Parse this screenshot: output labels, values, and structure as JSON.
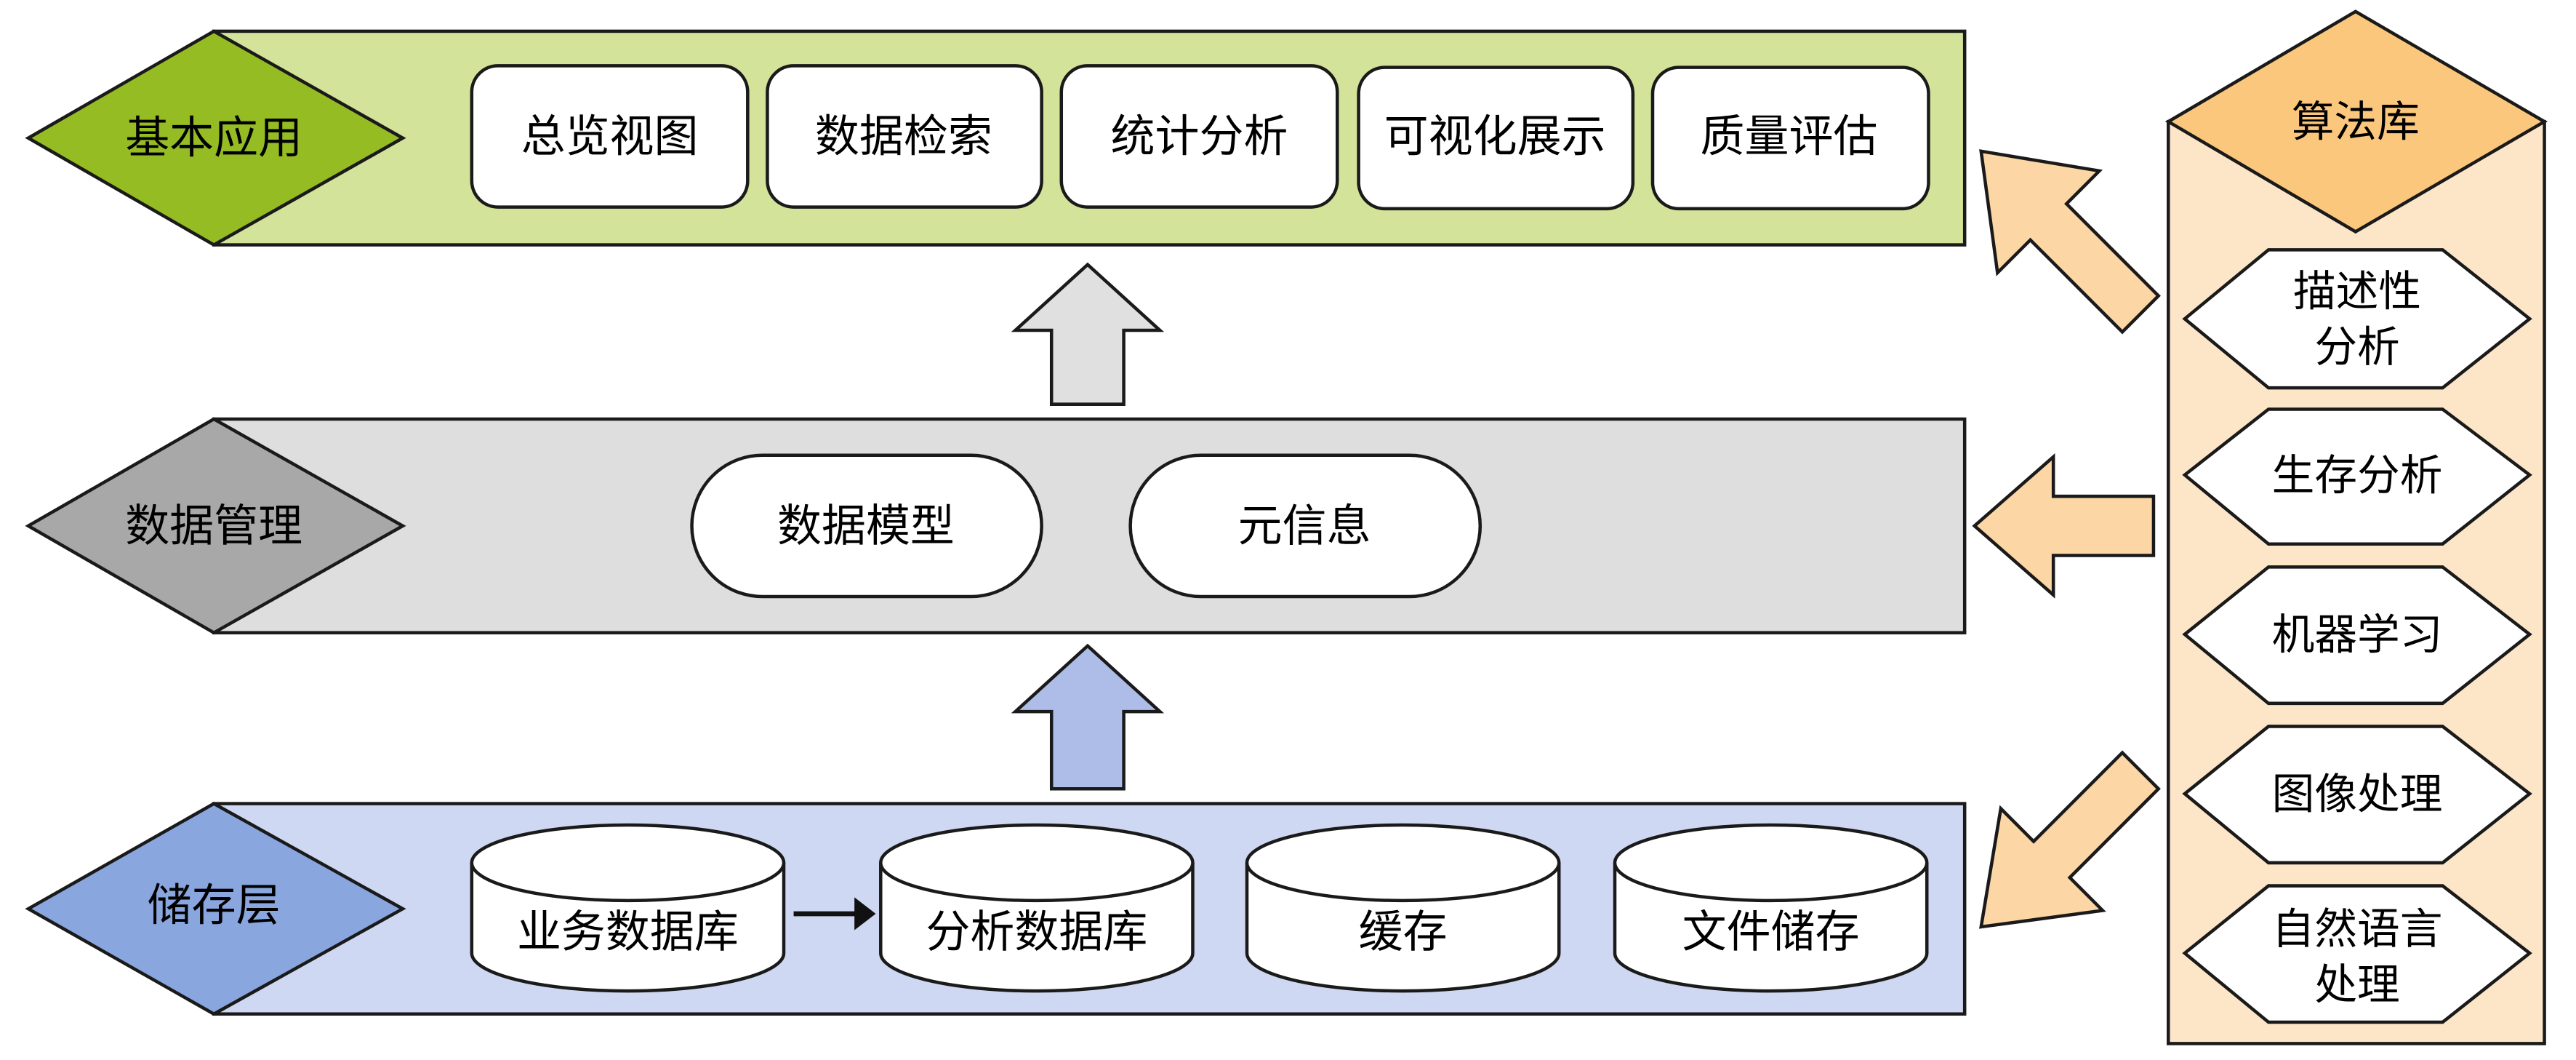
{
  "colors": {
    "app_band": "#d4e39a",
    "app_diamond": "#96bc23",
    "mgmt_band": "#dedede",
    "mgmt_diamond": "#a8a8a8",
    "storage_band": "#cfd8f2",
    "storage_diamond": "#8aa6df",
    "algo_panel": "#fde6c8",
    "algo_header": "#fbc77c",
    "side_arrow": "#fcd6a4",
    "up_arrow_gray": "#e0e0e0",
    "up_arrow_blue": "#aebde8"
  },
  "layers": {
    "application": {
      "title": "基本应用",
      "items": [
        "总览视图",
        "数据检索",
        "统计分析",
        "可视化展示",
        "质量评估"
      ]
    },
    "management": {
      "title": "数据管理",
      "items": [
        "数据模型",
        "元信息"
      ]
    },
    "storage": {
      "title": "储存层",
      "items": [
        "业务数据库",
        "分析数据库",
        "缓存",
        "文件储存"
      ]
    }
  },
  "algorithm_library": {
    "title": "算法库",
    "items": [
      {
        "line1": "描述性",
        "line2": "分析"
      },
      {
        "line1": "生存分析",
        "line2": ""
      },
      {
        "line1": "机器学习",
        "line2": ""
      },
      {
        "line1": "图像处理",
        "line2": ""
      },
      {
        "line1": "自然语言",
        "line2": "处理"
      }
    ]
  }
}
